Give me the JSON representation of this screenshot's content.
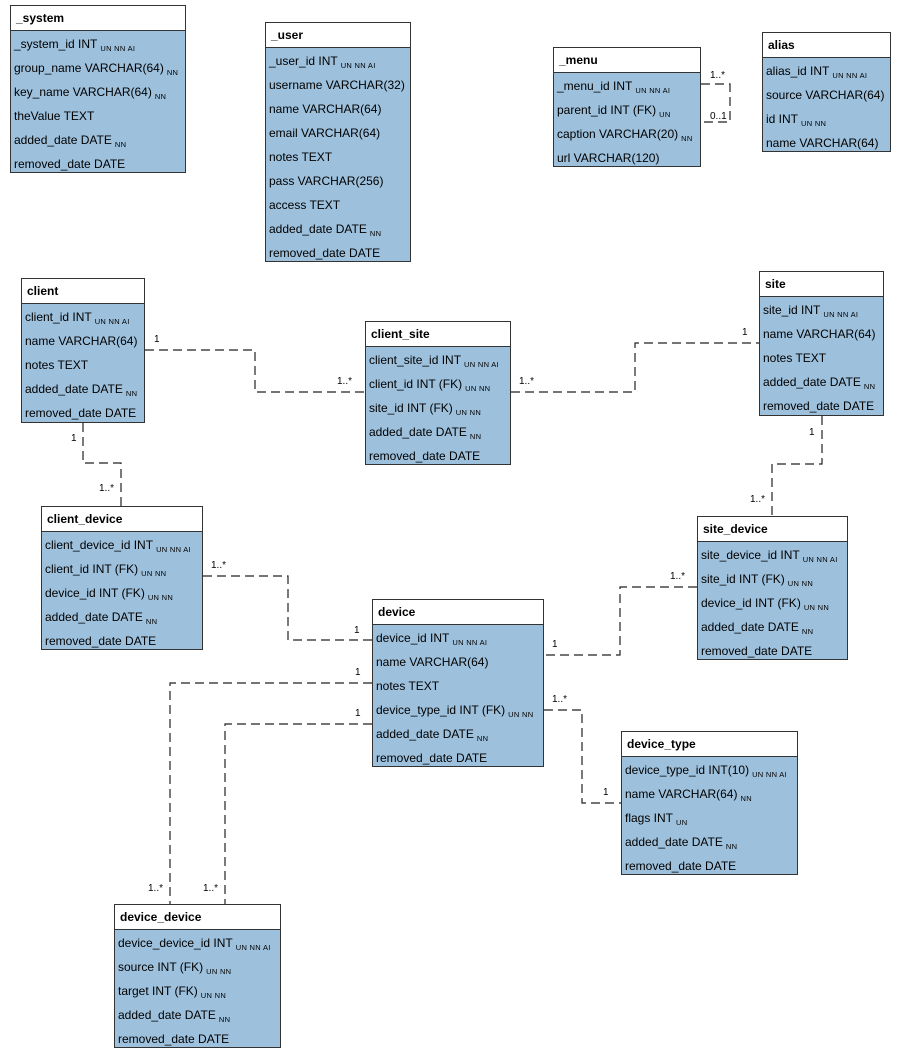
{
  "entities": {
    "system": {
      "title": "_system",
      "fields": [
        {
          "name": "_system_id INT",
          "flags": "UN NN AI"
        },
        {
          "name": "group_name VARCHAR(64)",
          "flags": "NN"
        },
        {
          "name": "key_name VARCHAR(64)",
          "flags": "NN"
        },
        {
          "name": "theValue TEXT",
          "flags": ""
        },
        {
          "name": "added_date DATE",
          "flags": "NN"
        },
        {
          "name": "removed_date DATE",
          "flags": ""
        }
      ]
    },
    "user": {
      "title": "_user",
      "fields": [
        {
          "name": "_user_id INT",
          "flags": "UN NN AI"
        },
        {
          "name": "username VARCHAR(32)",
          "flags": ""
        },
        {
          "name": "name VARCHAR(64)",
          "flags": ""
        },
        {
          "name": "email VARCHAR(64)",
          "flags": ""
        },
        {
          "name": "notes TEXT",
          "flags": ""
        },
        {
          "name": "pass VARCHAR(256)",
          "flags": ""
        },
        {
          "name": "access TEXT",
          "flags": ""
        },
        {
          "name": "added_date DATE",
          "flags": "NN"
        },
        {
          "name": "removed_date DATE",
          "flags": ""
        }
      ]
    },
    "menu": {
      "title": "_menu",
      "fields": [
        {
          "name": "_menu_id INT",
          "flags": "UN NN AI"
        },
        {
          "name": "parent_id INT (FK)",
          "flags": "UN"
        },
        {
          "name": "caption VARCHAR(20)",
          "flags": "NN"
        },
        {
          "name": "url VARCHAR(120)",
          "flags": ""
        }
      ]
    },
    "alias": {
      "title": "alias",
      "fields": [
        {
          "name": "alias_id INT",
          "flags": "UN NN AI"
        },
        {
          "name": "source VARCHAR(64)",
          "flags": ""
        },
        {
          "name": "id INT",
          "flags": "UN NN"
        },
        {
          "name": "name VARCHAR(64)",
          "flags": ""
        }
      ]
    },
    "client": {
      "title": "client",
      "fields": [
        {
          "name": "client_id INT",
          "flags": "UN NN AI"
        },
        {
          "name": "name VARCHAR(64)",
          "flags": ""
        },
        {
          "name": "notes TEXT",
          "flags": ""
        },
        {
          "name": "added_date DATE",
          "flags": "NN"
        },
        {
          "name": "removed_date DATE",
          "flags": ""
        }
      ]
    },
    "client_site": {
      "title": "client_site",
      "fields": [
        {
          "name": "client_site_id INT",
          "flags": "UN NN AI"
        },
        {
          "name": "client_id INT (FK)",
          "flags": "UN NN"
        },
        {
          "name": "site_id INT (FK)",
          "flags": "UN NN"
        },
        {
          "name": "added_date DATE",
          "flags": "NN"
        },
        {
          "name": "removed_date DATE",
          "flags": ""
        }
      ]
    },
    "site": {
      "title": "site",
      "fields": [
        {
          "name": "site_id INT",
          "flags": "UN NN AI"
        },
        {
          "name": "name VARCHAR(64)",
          "flags": ""
        },
        {
          "name": "notes TEXT",
          "flags": ""
        },
        {
          "name": "added_date DATE",
          "flags": "NN"
        },
        {
          "name": "removed_date DATE",
          "flags": ""
        }
      ]
    },
    "client_device": {
      "title": "client_device",
      "fields": [
        {
          "name": "client_device_id INT",
          "flags": "UN NN AI"
        },
        {
          "name": "client_id INT (FK)",
          "flags": "UN NN"
        },
        {
          "name": "device_id INT (FK)",
          "flags": "UN NN"
        },
        {
          "name": "added_date DATE",
          "flags": "NN"
        },
        {
          "name": "removed_date DATE",
          "flags": ""
        }
      ]
    },
    "site_device": {
      "title": "site_device",
      "fields": [
        {
          "name": "site_device_id INT",
          "flags": "UN NN AI"
        },
        {
          "name": "site_id INT (FK)",
          "flags": "UN NN"
        },
        {
          "name": "device_id INT (FK)",
          "flags": "UN NN"
        },
        {
          "name": "added_date DATE",
          "flags": "NN"
        },
        {
          "name": "removed_date DATE",
          "flags": ""
        }
      ]
    },
    "device": {
      "title": "device",
      "fields": [
        {
          "name": "device_id INT",
          "flags": "UN NN AI"
        },
        {
          "name": "name VARCHAR(64)",
          "flags": ""
        },
        {
          "name": "notes TEXT",
          "flags": ""
        },
        {
          "name": "device_type_id INT (FK)",
          "flags": "UN NN"
        },
        {
          "name": "added_date DATE",
          "flags": "NN"
        },
        {
          "name": "removed_date DATE",
          "flags": ""
        }
      ]
    },
    "device_type": {
      "title": "device_type",
      "fields": [
        {
          "name": "device_type_id INT(10)",
          "flags": "UN NN AI"
        },
        {
          "name": "name VARCHAR(64)",
          "flags": "NN"
        },
        {
          "name": "flags INT",
          "flags": "UN"
        },
        {
          "name": "added_date DATE",
          "flags": "NN"
        },
        {
          "name": "removed_date DATE",
          "flags": ""
        }
      ]
    },
    "device_device": {
      "title": "device_device",
      "fields": [
        {
          "name": "device_device_id INT",
          "flags": "UN NN AI"
        },
        {
          "name": "source INT (FK)",
          "flags": "UN NN"
        },
        {
          "name": "target INT (FK)",
          "flags": "UN NN"
        },
        {
          "name": "added_date DATE",
          "flags": "NN"
        },
        {
          "name": "removed_date DATE",
          "flags": ""
        }
      ]
    }
  },
  "relationships": [
    {
      "id": "menu_self",
      "from_label": "1..*",
      "to_label": "0..1"
    },
    {
      "id": "client_client_site",
      "from_label": "1",
      "to_label": "1..*"
    },
    {
      "id": "client_site_site",
      "from_label": "1..*",
      "to_label": "1"
    },
    {
      "id": "client_client_device",
      "from_label": "1",
      "to_label": "1..*"
    },
    {
      "id": "site_site_device",
      "from_label": "1",
      "to_label": "1..*"
    },
    {
      "id": "client_device_device",
      "from_label": "1..*",
      "to_label": "1"
    },
    {
      "id": "site_device_device",
      "from_label": "1..*",
      "to_label": "1"
    },
    {
      "id": "device_device_type",
      "from_label": "1..*",
      "to_label": "1"
    },
    {
      "id": "device_dd_source",
      "from_label": "1",
      "to_label": "1..*"
    },
    {
      "id": "device_dd_target",
      "from_label": "1",
      "to_label": "1..*"
    }
  ]
}
